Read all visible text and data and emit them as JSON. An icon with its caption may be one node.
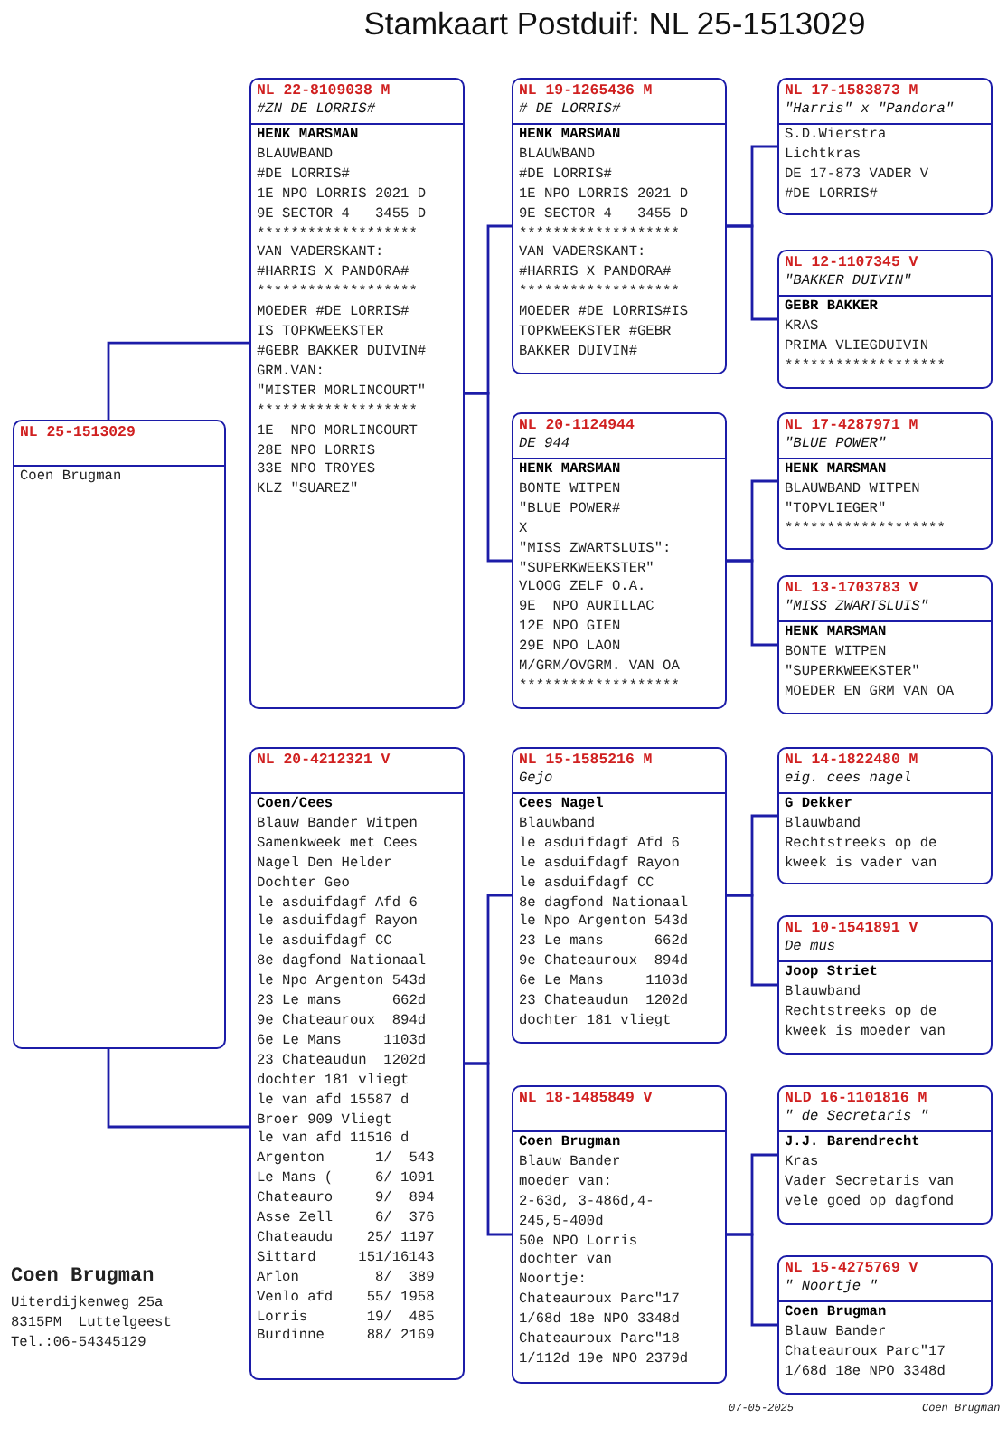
{
  "diagram": {
    "title": "Stamkaart Postduif: NL 25-1513029",
    "nodes": [
      {
        "text": [
          "NL 25-1513029",
          "Coen Brugman"
        ]
      },
      {
        "text": [
          "NL 22-8109038 M",
          "#ZN DE LORRIS#",
          "HENK MARSMAN",
          "BLAUWBAND",
          "#DE LORRIS#",
          "1E NPO LORRIS 2021 D",
          "9E SECTOR 4   3455 D",
          "*******************",
          "VAN VADERSKANT:",
          "#HARRIS X PANDORA#",
          "*******************",
          "MOEDER #DE LORRIS#",
          "IS TOPKWEEKSTER",
          "#GEBR BAKKER DUIVIN#",
          "GRM.VAN:",
          "\"MISTER MORLINCOURT\"",
          "*******************",
          "1E  NPO MORLINCOURT",
          "28E NPO LORRIS",
          "33E NPO TROYES",
          "KLZ \"SUAREZ\""
        ]
      },
      {
        "text": [
          "NL 19-1265436 M",
          "# DE LORRIS#",
          "HENK MARSMAN",
          "BLAUWBAND",
          "#DE LORRIS#",
          "1E NPO LORRIS 2021 D",
          "9E SECTOR 4   3455 D",
          "*******************",
          "VAN VADERSKANT:",
          "#HARRIS X PANDORA#",
          "*******************",
          "MOEDER #DE LORRIS#IS",
          "TOPKWEEKSTER #GEBR",
          "BAKKER DUIVIN#"
        ]
      },
      {
        "text": [
          "NL 17-1583873 M",
          "\"Harris\" x \"Pandora\"",
          "S.D.Wierstra",
          "Lichtkras",
          "DE 17-873 VADER V",
          "#DE LORRIS#"
        ]
      },
      {
        "text": [
          "NL 12-1107345 V",
          "\"BAKKER DUIVIN\"",
          "GEBR BAKKER",
          "KRAS",
          "PRIMA VLIEGDUIVIN",
          "*******************"
        ]
      },
      {
        "text": [
          "NL 20-1124944",
          "DE 944",
          "HENK MARSMAN",
          "BONTE WITPEN",
          "\"BLUE POWER#",
          "X",
          "\"MISS ZWARTSLUIS\":",
          "\"SUPERKWEEKSTER\"",
          "VLOOG ZELF O.A.",
          "9E  NPO AURILLAC",
          "12E NPO GIEN",
          "29E NPO LAON",
          "M/GRM/OVGRM. VAN OA",
          "*******************"
        ]
      },
      {
        "text": [
          "NL 17-4287971 M",
          "\"BLUE POWER\"",
          "HENK MARSMAN",
          "BLAUWBAND WITPEN",
          "\"TOPVLIEGER\"",
          "*******************"
        ]
      },
      {
        "text": [
          "NL 13-1703783 V",
          "\"MISS ZWARTSLUIS\"",
          "HENK MARSMAN",
          "BONTE WITPEN",
          "\"SUPERKWEEKSTER\"",
          "MOEDER EN GRM VAN OA"
        ]
      },
      {
        "text": [
          "NL 20-4212321 V",
          "Coen/Cees",
          "Blauw Bander Witpen",
          "Samenkweek met Cees",
          "Nagel Den Helder",
          "Dochter Geo",
          "le asduifdagf Afd 6",
          "le asduifdagf Rayon",
          "le asduifdagf CC",
          "8e dagfond Nationaal",
          "le Npo Argenton 543d",
          "23 Le mans      662d",
          "9e Chateauroux  894d",
          "6e Le Mans     1103d",
          "23 Chateaudun  1202d",
          "dochter 181 vliegt",
          "le van afd 15587 d",
          "Broer 909 Vliegt",
          "le van afd 11516 d",
          "Argenton      1/  543",
          "Le Mans (     6/ 1091",
          "Chateauro     9/  894",
          "Asse Zell     6/  376",
          "Chateaudu    25/ 1197",
          "Sittard     151/16143",
          "Arlon         8/  389",
          "Venlo afd    55/ 1958",
          "Lorris       19/  485",
          "Burdinne     88/ 2169"
        ]
      },
      {
        "text": [
          "NL 15-1585216 M",
          "Gejo",
          "Cees Nagel",
          "Blauwband",
          "le asduifdagf Afd 6",
          "le asduifdagf Rayon",
          "le asduifdagf CC",
          "8e dagfond Nationaal",
          "le Npo Argenton 543d",
          "23 Le mans      662d",
          "9e Chateauroux  894d",
          "6e Le Mans     1103d",
          "23 Chateaudun  1202d",
          "dochter 181 vliegt"
        ]
      },
      {
        "text": [
          "NL 14-1822480 M",
          "eig. cees nagel",
          "G Dekker",
          "Blauwband",
          "Rechtstreeks op de",
          "kweek is vader van"
        ]
      },
      {
        "text": [
          "NL 10-1541891 V",
          "De mus",
          "Joop Striet",
          "Blauwband",
          "Rechtstreeks op de",
          "kweek is moeder van"
        ]
      },
      {
        "text": [
          "NL 18-1485849 V",
          "Coen Brugman",
          "Blauw Bander",
          "moeder van:",
          "2-63d, 3-486d,4-",
          "245,5-400d",
          "50e NPO Lorris",
          "dochter van",
          "Noortje:",
          "Chateauroux Parc\"17",
          "1/68d 18e NPO 3348d",
          "Chateauroux Parc\"18",
          "1/112d 19e NPO 2379d"
        ]
      },
      {
        "text": [
          "NLD 16-1101816 M",
          "\" de Secretaris \"",
          "J.J. Barendrecht",
          "Kras",
          "Vader Secretaris van",
          "vele goed op dagfond"
        ]
      },
      {
        "text": [
          "NL 15-4275769 V",
          "\" Noortje \"",
          "Coen Brugman",
          "Blauw Bander",
          "Chateauroux Parc\"17",
          "1/68d 18e NPO 3348d"
        ]
      }
    ],
    "edges": [
      {
        "from": 0,
        "to": 1,
        "arrow": "none"
      },
      {
        "from": 0,
        "to": 8,
        "arrow": "none"
      },
      {
        "from": 1,
        "to": 2,
        "arrow": "none"
      },
      {
        "from": 1,
        "to": 5,
        "arrow": "none"
      },
      {
        "from": 2,
        "to": 3,
        "arrow": "none"
      },
      {
        "from": 2,
        "to": 4,
        "arrow": "none"
      },
      {
        "from": 5,
        "to": 6,
        "arrow": "none"
      },
      {
        "from": 5,
        "to": 7,
        "arrow": "none"
      },
      {
        "from": 8,
        "to": 9,
        "arrow": "none"
      },
      {
        "from": 8,
        "to": 12,
        "arrow": "none"
      },
      {
        "from": 9,
        "to": 10,
        "arrow": "none"
      },
      {
        "from": 9,
        "to": 11,
        "arrow": "none"
      },
      {
        "from": 12,
        "to": 13,
        "arrow": "none"
      },
      {
        "from": 12,
        "to": 14,
        "arrow": "none"
      }
    ],
    "labels": [
      "Coen Brugman",
      "Uiterdijkenweg 25a",
      "8315PM  Luttelgeest",
      "Tel.:06-54345129",
      "07-05-2025",
      "Coen Brugman"
    ]
  }
}
